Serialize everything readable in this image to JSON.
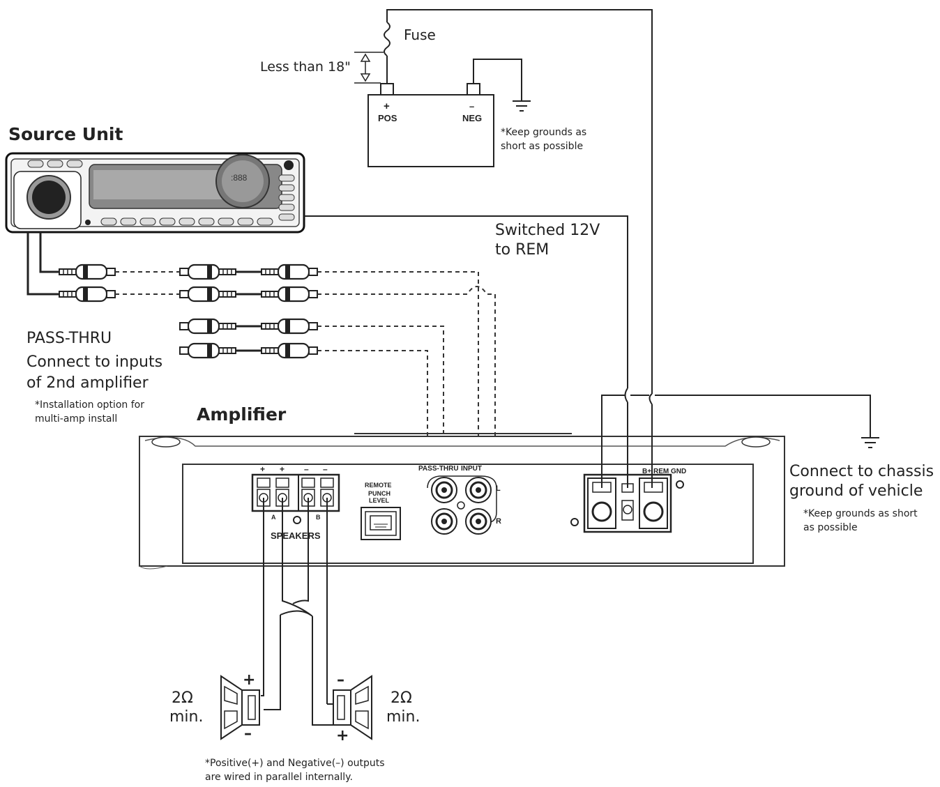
{
  "labels": {
    "fuse": "Fuse",
    "fuse_distance": "Less than 18\"",
    "battery_pos_sign": "+",
    "battery_pos": "POS",
    "battery_neg_sign": "–",
    "battery_neg": "NEG",
    "battery_ground_note_1": "*Keep grounds as",
    "battery_ground_note_2": "short as possible",
    "source_unit": "Source Unit",
    "source_unit_display": ":888",
    "switched_line_1": "Switched 12V",
    "switched_line_2": "to REM",
    "pass_thru_title": "PASS-THRU",
    "pass_thru_line_2": "Connect to inputs",
    "pass_thru_line_3": "of 2nd amplifier",
    "pass_thru_note_1": "*Installation option for",
    "pass_thru_note_2": "multi-amp install",
    "amplifier": "Amplifier",
    "chassis_line_1": "Connect to chassis",
    "chassis_line_2": "ground of vehicle",
    "chassis_note_1": "*Keep grounds as short",
    "chassis_note_2": "as possible",
    "speaker_left_ohm": "2Ω",
    "speaker_left_min": "min.",
    "speaker_right_ohm": "2Ω",
    "speaker_right_min": "min.",
    "speaker_left_top_sign": "+",
    "speaker_left_bottom_sign": "–",
    "speaker_right_top_sign": "–",
    "speaker_right_bottom_sign": "+",
    "bottom_note_1": "*Positive(+) and Negative(–) outputs",
    "bottom_note_2": "are wired in parallel internally."
  },
  "amp_panel": {
    "term_plus_1": "+",
    "term_plus_2": "+",
    "term_minus_1": "–",
    "term_minus_2": "–",
    "channel_a": "A",
    "channel_b": "B",
    "speakers": "SPEAKERS",
    "remote_line_1": "REMOTE",
    "remote_line_2": "PUNCH",
    "remote_line_3": "LEVEL",
    "pass_thru": "PASS-THRU",
    "input": "INPUT",
    "left": "L",
    "right": "R",
    "power_bplus": "B+",
    "power_rem": "REM",
    "power_gnd": "GND"
  }
}
